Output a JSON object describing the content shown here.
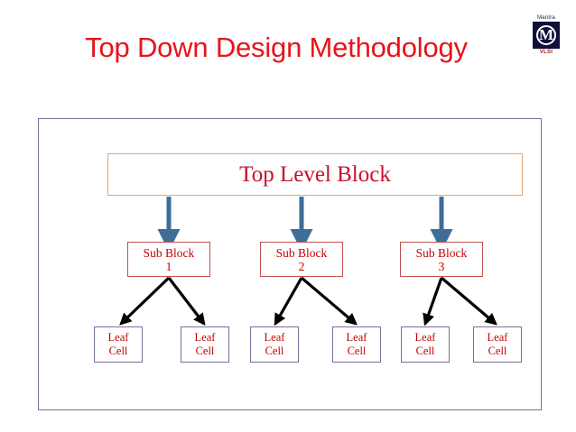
{
  "slide": {
    "title": "Top Down Design Methodology",
    "title_color": "#E8131B",
    "background": "#ffffff"
  },
  "logo": {
    "name": "mantra-vlsi-logo",
    "top_text": "Mantra",
    "mark_letter": "M",
    "bottom_text": "VLSI",
    "mark_background": "#10103a",
    "bottom_text_color": "#b11116"
  },
  "diagram": {
    "frame_border_color": "#7B6C98",
    "top_level": {
      "label": "Top Level Block",
      "border_color": "#E0A96D",
      "text_color": "#C8102E"
    },
    "sub_blocks": [
      {
        "line1": "Sub Block",
        "line2": "1"
      },
      {
        "line1": "Sub Block",
        "line2": "2"
      },
      {
        "line1": "Sub Block",
        "line2": "3"
      }
    ],
    "sub_block_style": {
      "border_color": "#C0504D",
      "text_color": "#C00000"
    },
    "leaf_cells": [
      {
        "line1": "Leaf",
        "line2": "Cell"
      },
      {
        "line1": "Leaf",
        "line2": "Cell"
      },
      {
        "line1": "Leaf",
        "line2": "Cell"
      },
      {
        "line1": "Leaf",
        "line2": "Cell"
      },
      {
        "line1": "Leaf",
        "line2": "Cell"
      },
      {
        "line1": "Leaf",
        "line2": "Cell"
      }
    ],
    "leaf_cell_style": {
      "border_color": "#7B6C98",
      "text_color": "#C00000"
    },
    "connectors": {
      "top_to_sub_color": "#3E6E98",
      "sub_to_leaf_color": "#000000"
    }
  }
}
